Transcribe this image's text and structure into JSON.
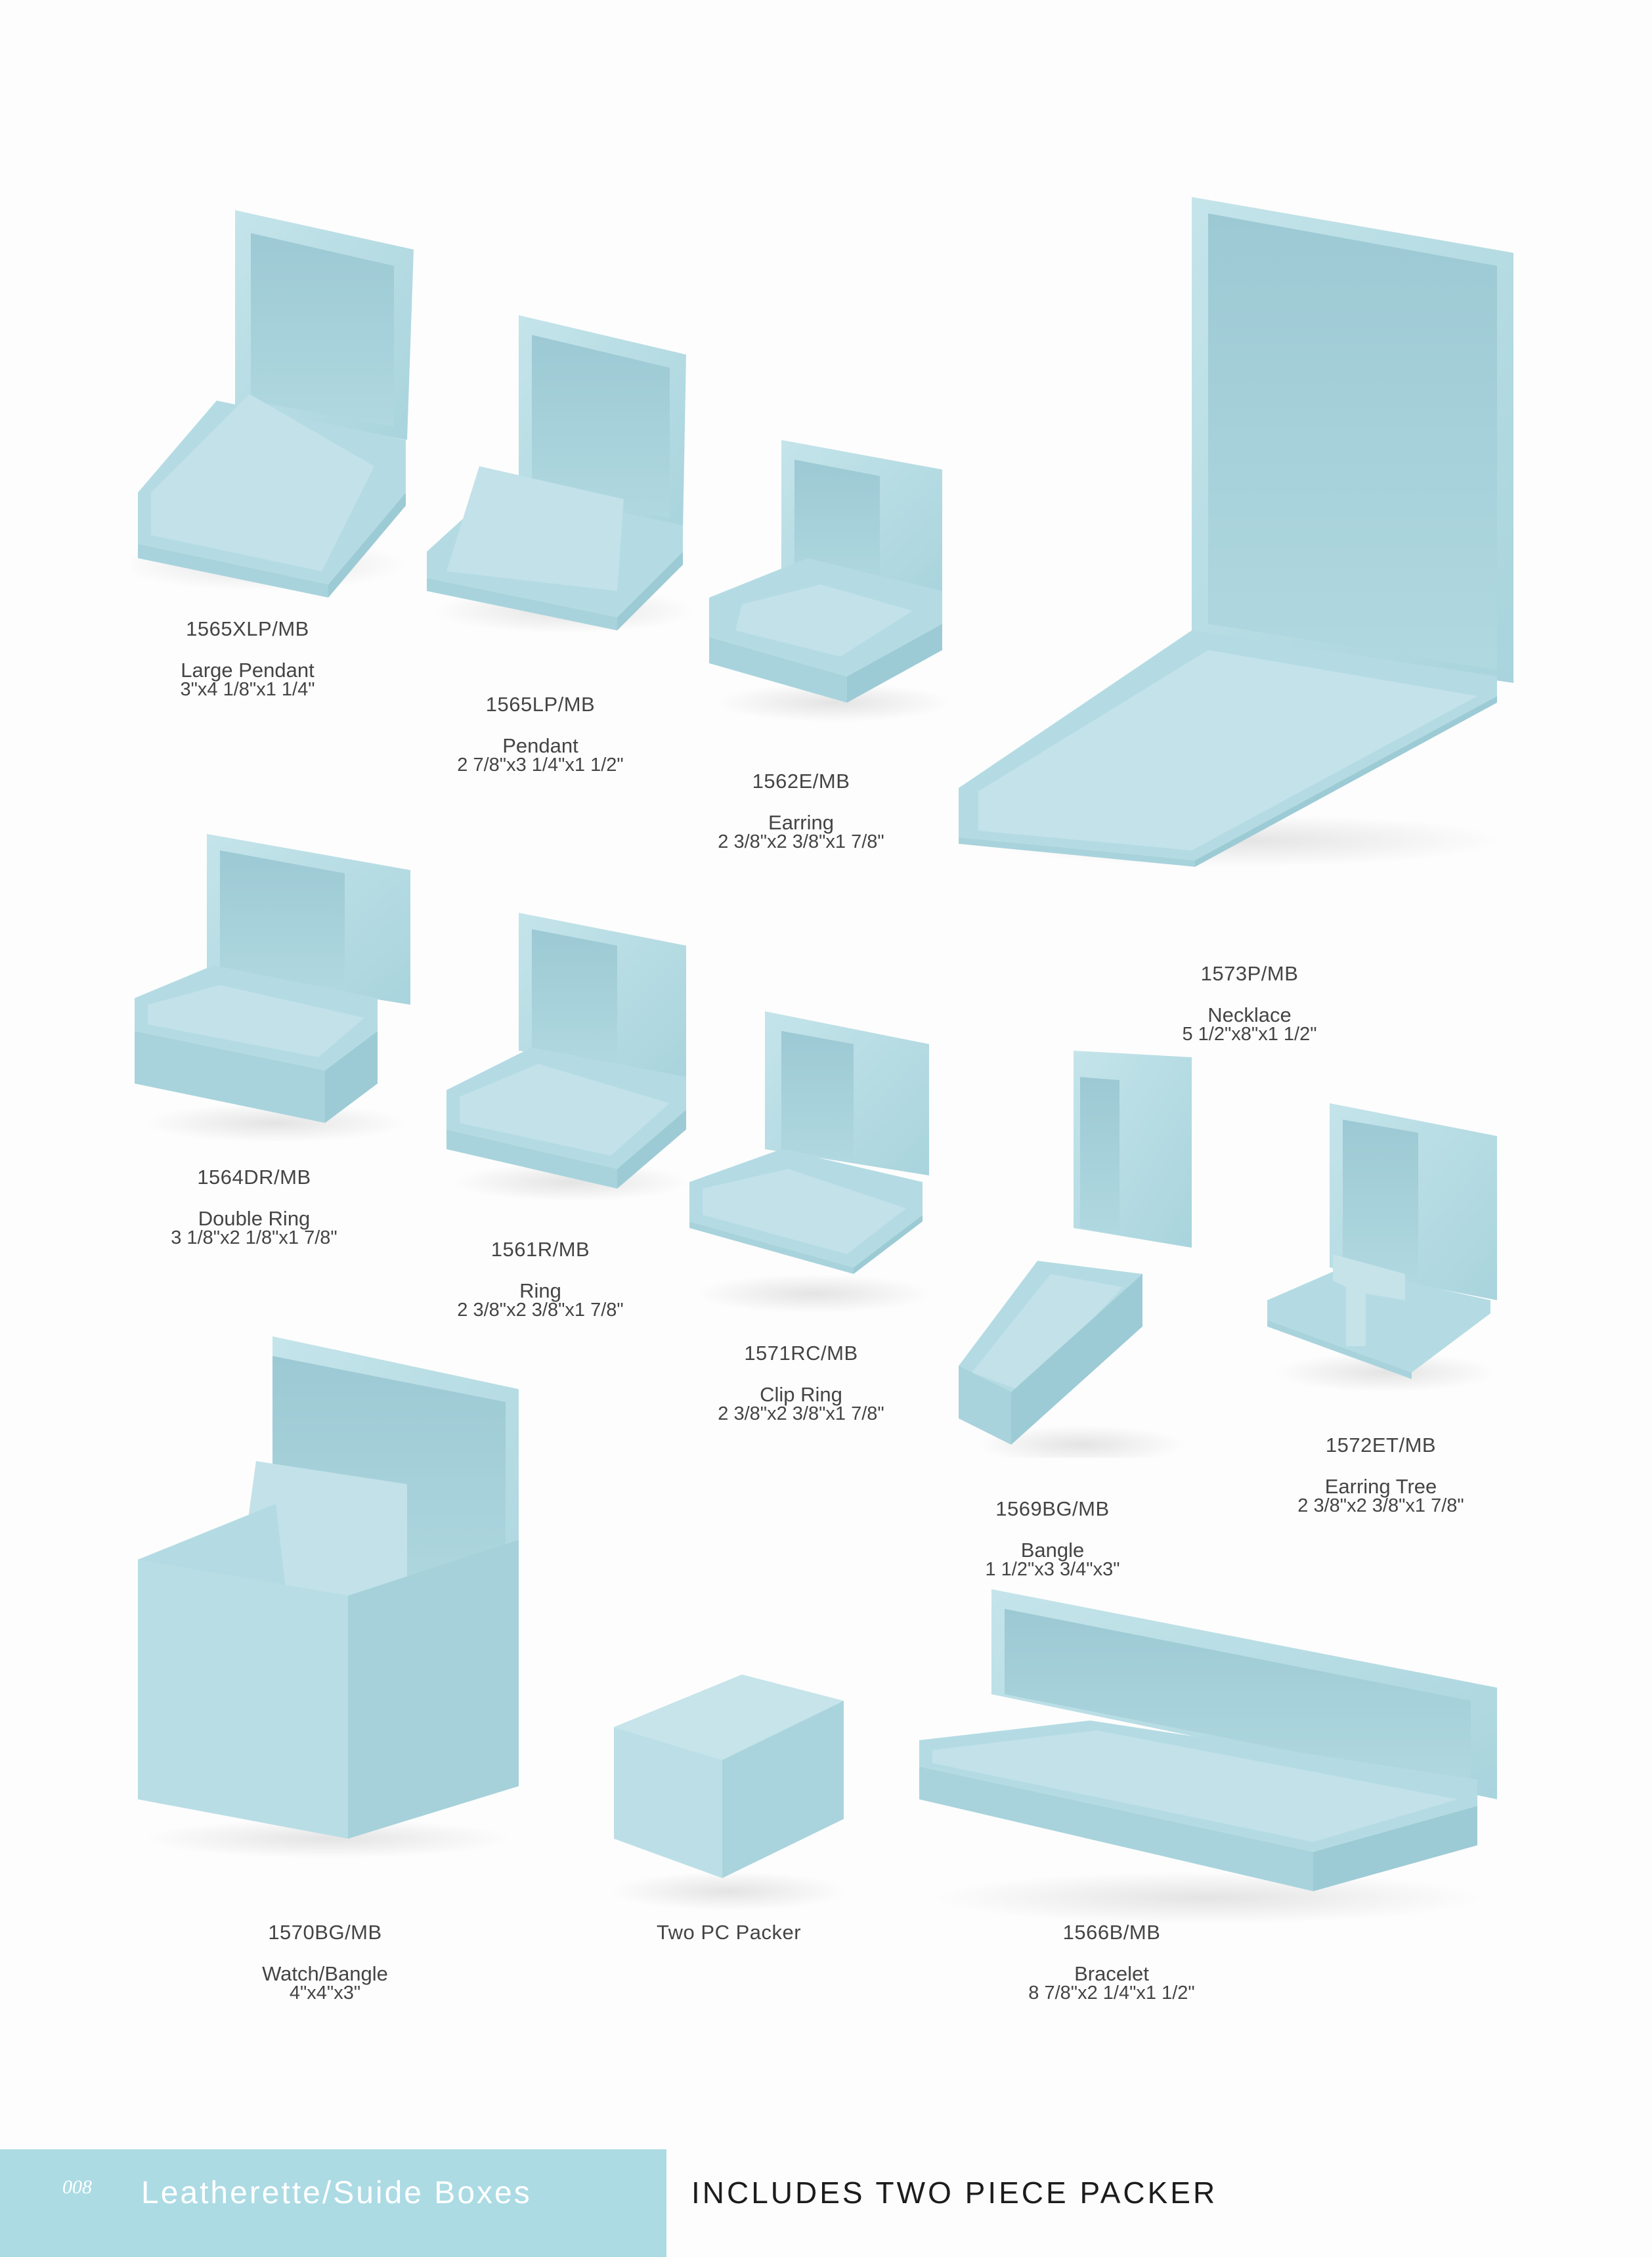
{
  "colors": {
    "box_exterior": "#b3dbe3",
    "box_interior": "#a5cfd9",
    "suede_insert": "#c2e1e8",
    "footer_band": "#acdbe4",
    "text": "#444444"
  },
  "products": [
    {
      "code": "1565XLP/MB",
      "name": "Large Pendant",
      "dims": "3\"x4 1/8\"x1 1/4\""
    },
    {
      "code": "1565LP/MB",
      "name": "Pendant",
      "dims": "2 7/8\"x3 1/4\"x1 1/2\""
    },
    {
      "code": "1562E/MB",
      "name": "Earring",
      "dims": "2 3/8\"x2 3/8\"x1 7/8\""
    },
    {
      "code": "1573P/MB",
      "name": "Necklace",
      "dims": "5 1/2\"x8\"x1 1/2\""
    },
    {
      "code": "1564DR/MB",
      "name": "Double Ring",
      "dims": "3 1/8\"x2 1/8\"x1 7/8\""
    },
    {
      "code": "1561R/MB",
      "name": "Ring",
      "dims": "2 3/8\"x2 3/8\"x1 7/8\""
    },
    {
      "code": "1571RC/MB",
      "name": "Clip Ring",
      "dims": "2 3/8\"x2 3/8\"x1 7/8\""
    },
    {
      "code": "1569BG/MB",
      "name": "Bangle",
      "dims": "1 1/2\"x3 3/4\"x3\""
    },
    {
      "code": "1572ET/MB",
      "name": "Earring Tree",
      "dims": "2 3/8\"x2 3/8\"x1 7/8\""
    },
    {
      "code": "1570BG/MB",
      "name": "Watch/Bangle",
      "dims": "4\"x4\"x3\""
    },
    {
      "code": "Two PC Packer",
      "name": "",
      "dims": ""
    },
    {
      "code": "1566B/MB",
      "name": "Bracelet",
      "dims": "8 7/8\"x2 1/4\"x1 1/2\""
    }
  ],
  "footer": {
    "page_number": "008",
    "section_title": "Leatherette/Suide Boxes",
    "tagline": "INCLUDES TWO PIECE PACKER"
  }
}
